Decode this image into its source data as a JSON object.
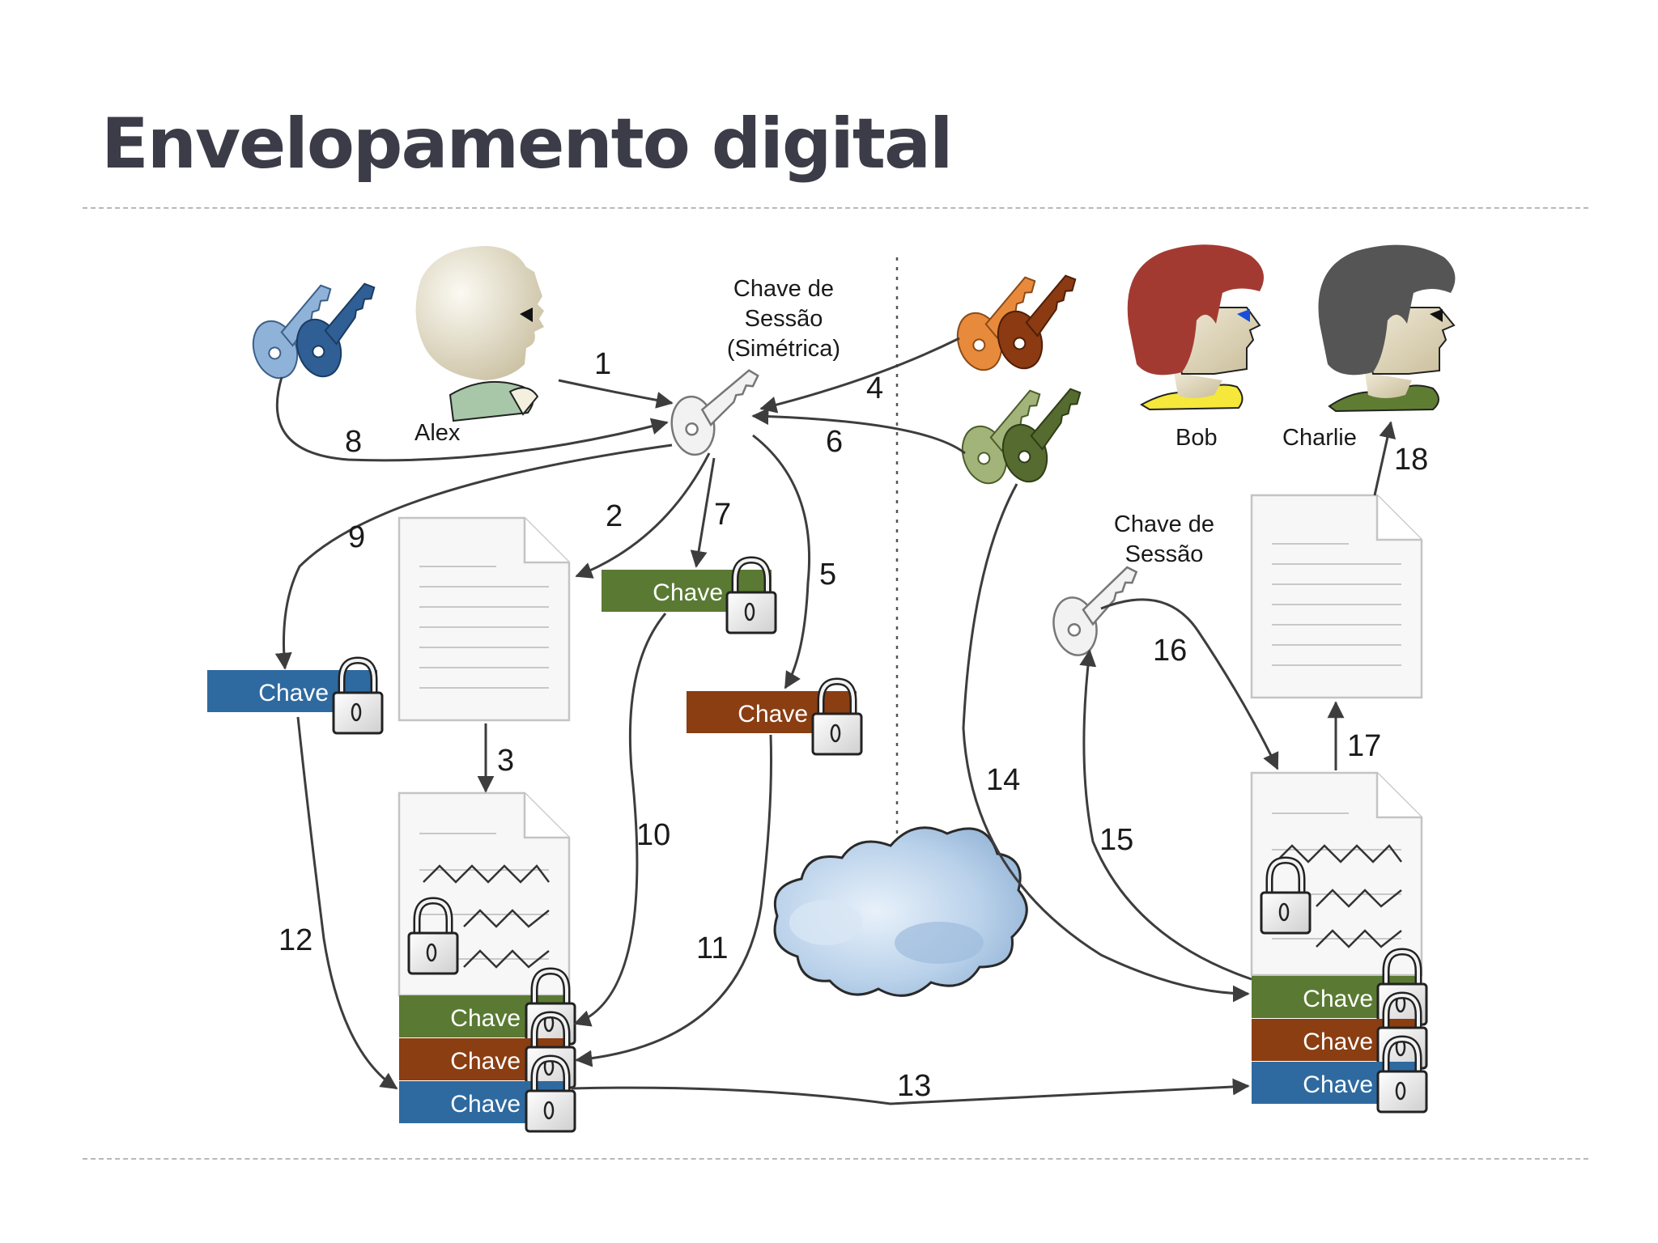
{
  "slide": {
    "title": "Envelopamento digital"
  },
  "diagram": {
    "people": {
      "alex": "Alex",
      "bob": "Bob",
      "charlie": "Charlie"
    },
    "session_key_top": [
      "Chave de",
      "Sessão",
      "(Simétrica)"
    ],
    "session_key_bottom": [
      "Chave de",
      "Sessão"
    ],
    "chave_label": "Chave",
    "step_numbers": [
      "1",
      "2",
      "3",
      "4",
      "5",
      "6",
      "7",
      "8",
      "9",
      "10",
      "11",
      "12",
      "13",
      "14",
      "15",
      "16",
      "17",
      "18"
    ],
    "colors": {
      "alex_key": "#2f5f94",
      "alex_key_light": "#8fb3d8",
      "bob_key": "#8b3a12",
      "bob_key_light": "#e88a3c",
      "charlie_key": "#556b2f",
      "charlie_key_light": "#a3b47a",
      "band_blue": "#2e6aa0",
      "band_green": "#5a7a33",
      "band_brown": "#8a3e12",
      "bob_hair": "#a33a32",
      "charlie_hair": "#555555",
      "bob_collar": "#f5e83a",
      "charlie_collar": "#5f7d32"
    }
  }
}
